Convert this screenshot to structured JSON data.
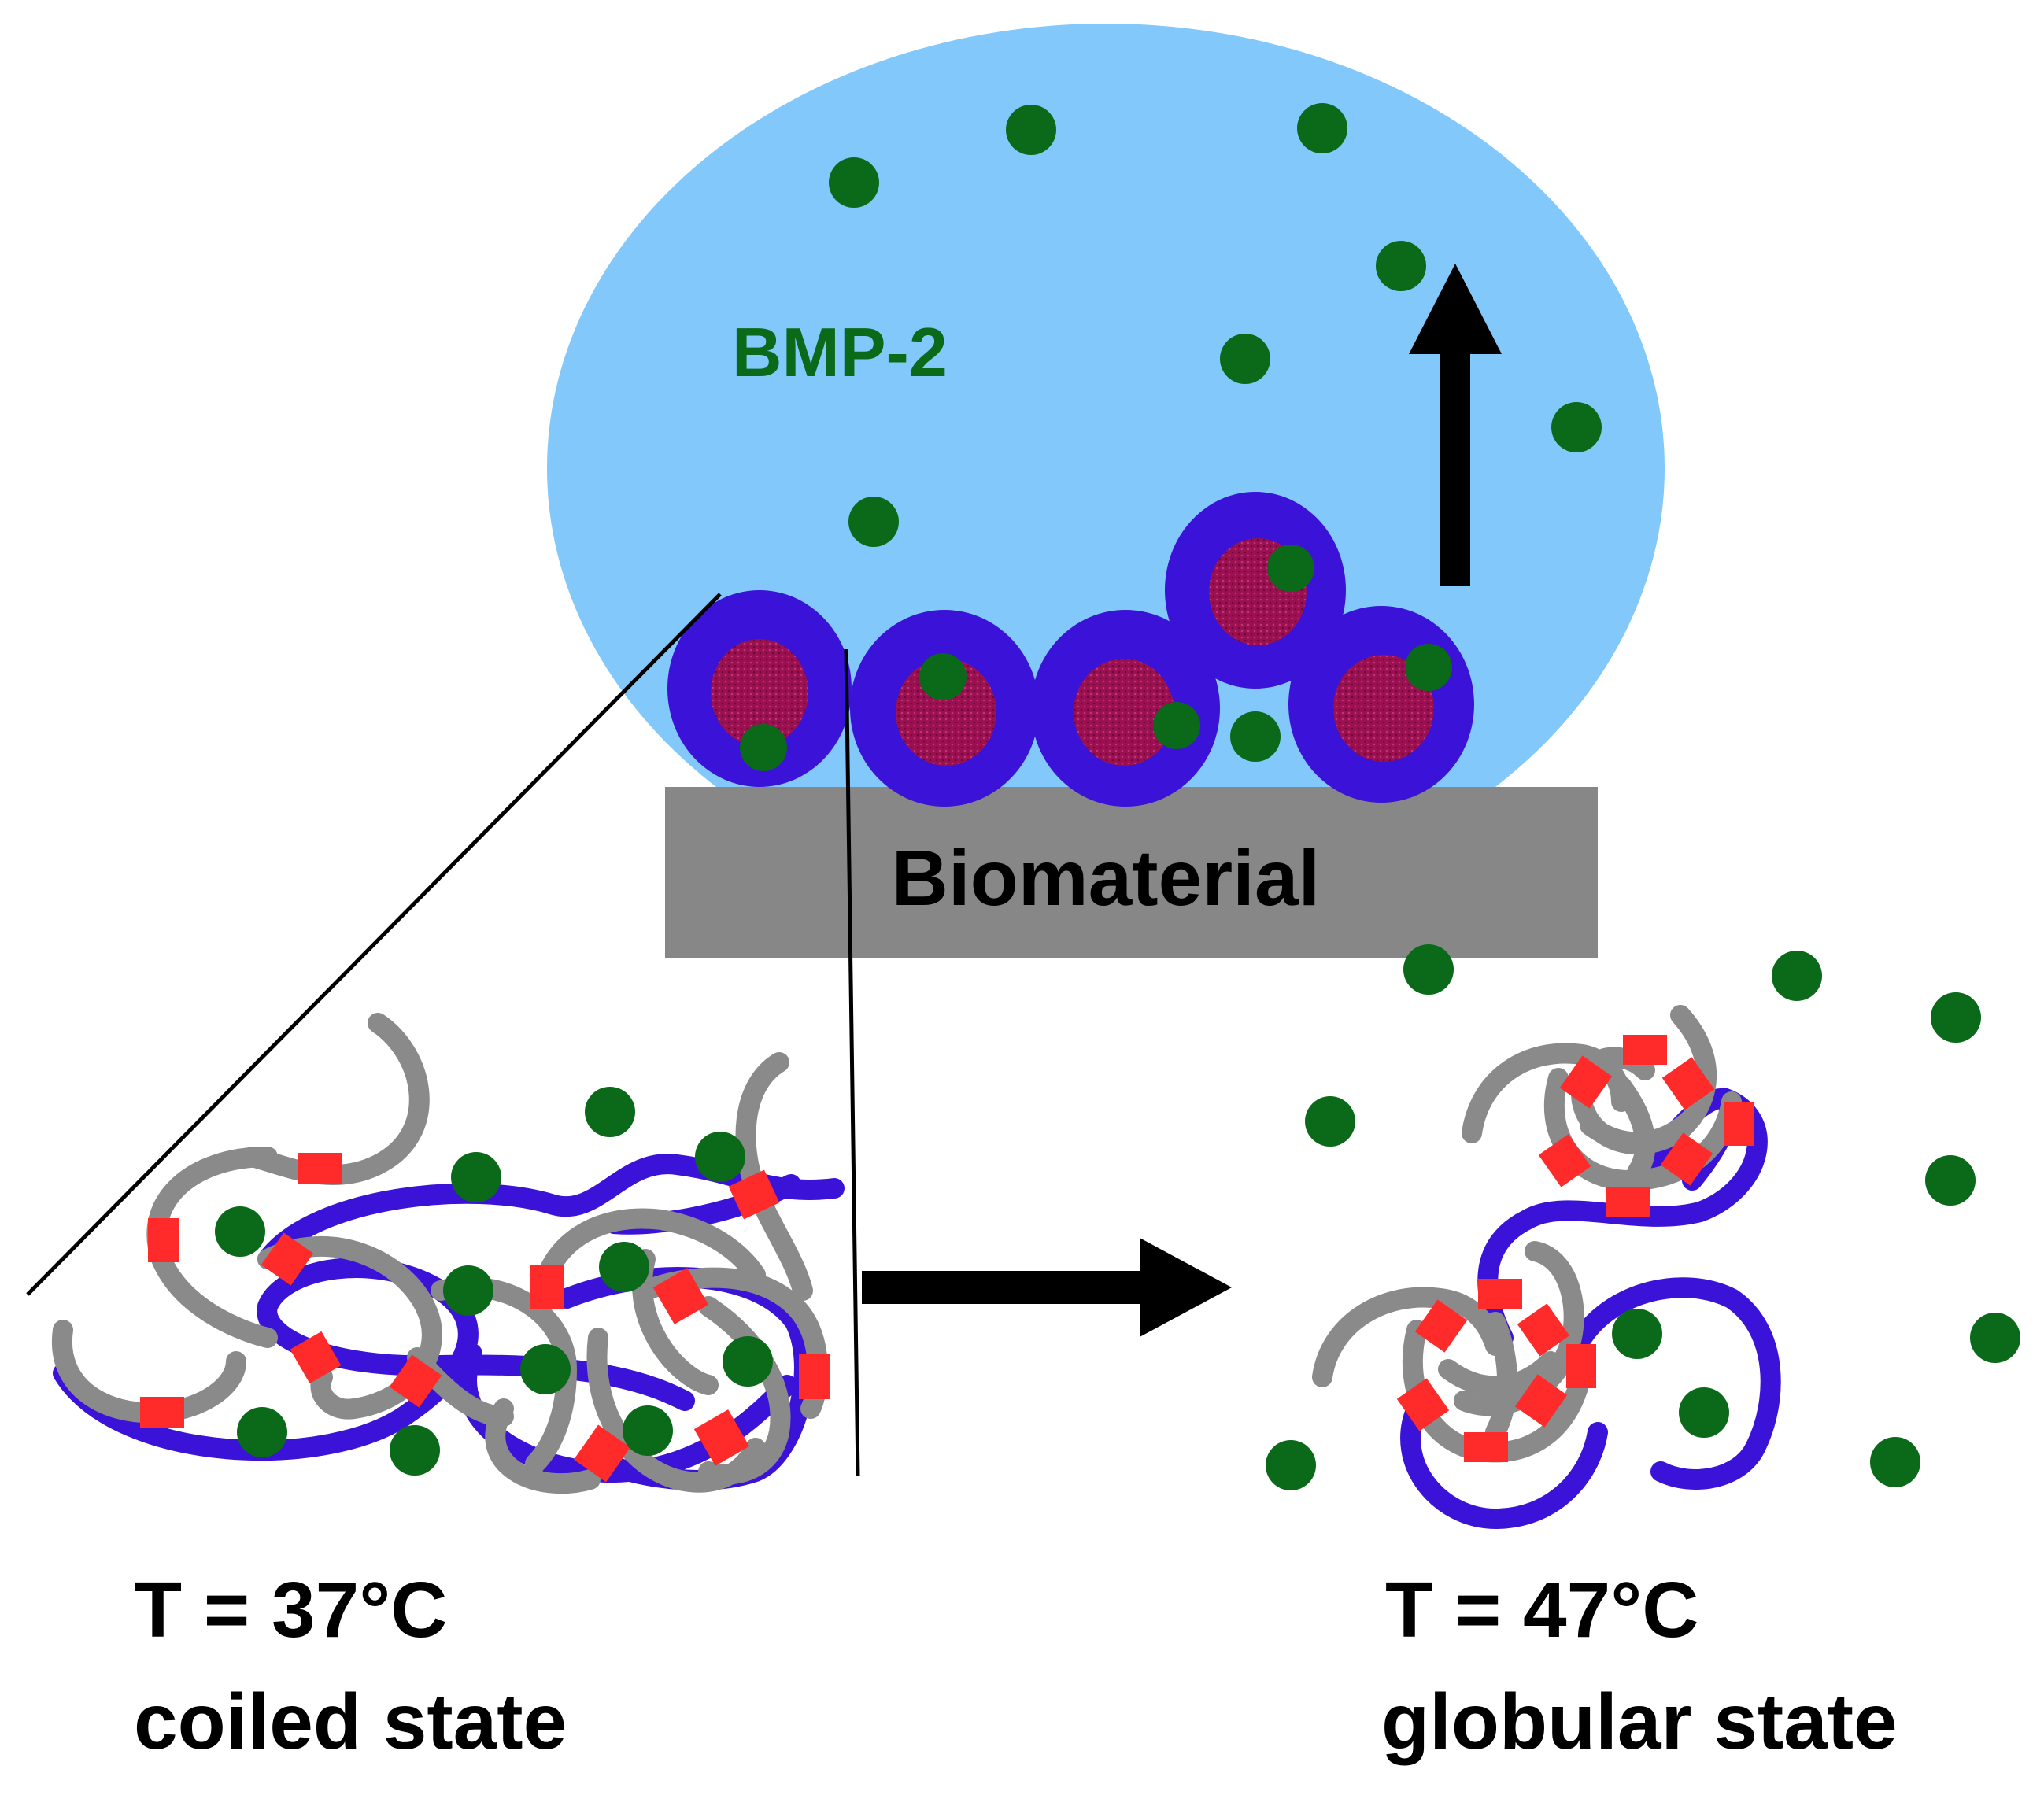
{
  "labels": {
    "protein": "BMP-2",
    "substrate": "Biomaterial",
    "left_temperature": "T = 37°C",
    "left_state": "coiled state",
    "right_temperature": "T = 47°C",
    "right_state": "globular state"
  },
  "colors": {
    "droplet": "#82c8fa",
    "protein_dot": "#0a6a1a",
    "protein_label": "#0a6a1a",
    "shell": "#3a12d8",
    "core": "#9a1050",
    "biomaterial": "#878787",
    "chain_grey": "#8a8a8a",
    "chain_blue": "#3a12d8",
    "crosslink": "#ff2a2a",
    "arrow": "#000000"
  },
  "icons": {
    "release_arrow": "arrow-up-icon",
    "transition_arrow": "arrow-right-icon"
  }
}
